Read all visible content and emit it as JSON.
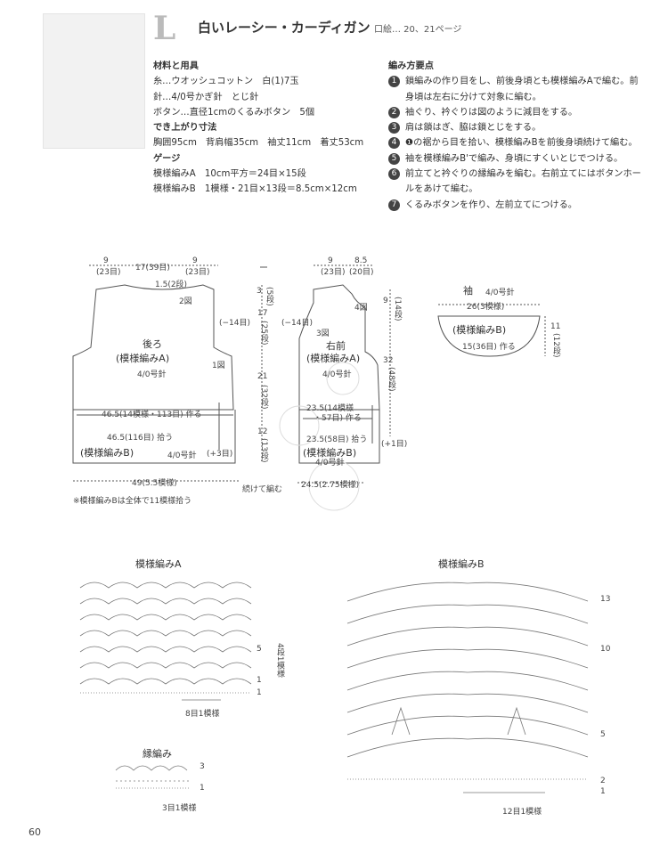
{
  "header": {
    "letter": "L",
    "title": "白いレーシー・カーディガン",
    "page_ref": "口絵… 20、21ページ"
  },
  "materials": {
    "heading_materials": "材料と用具",
    "yarn": "糸…ウオッシュコットン　白(1)7玉",
    "needle": "針…4/0号かぎ針　とじ針",
    "buttons": "ボタン…直径1cmのくるみボタン　5個",
    "heading_size": "でき上がり寸法",
    "size": "胸囲95cm　背肩幅35cm　袖丈11cm　着丈53cm",
    "heading_gauge": "ゲージ",
    "gauge_a": "模様編みA　10cm平方＝24目×15段",
    "gauge_b": "模様編みB　1模様・21目×13段＝8.5cm×12cm"
  },
  "steps": {
    "heading": "編み方要点",
    "items": [
      {
        "num": "1",
        "text": "鎖編みの作り目をし、前後身頃とも模様編みAで編む。前身頃は左右に分けて対象に編む。"
      },
      {
        "num": "2",
        "text": "袖ぐり、衿ぐりは図のように減目をする。"
      },
      {
        "num": "3",
        "text": "肩は鎖はぎ、脇は鎖とじをする。"
      },
      {
        "num": "4",
        "text": "❶の裾から目を拾い、模様編みBを前後身頃続けて編む。"
      },
      {
        "num": "5",
        "text": "袖を模様編みB'で編み、身頃にすくいとじでつける。"
      },
      {
        "num": "6",
        "text": "前立てと衿ぐりの縁編みを編む。右前立てにはボタンホールをあけて編む。"
      },
      {
        "num": "7",
        "text": "くるみボタンを作り、左前立てにつける。"
      }
    ]
  },
  "back": {
    "name": "後ろ",
    "pattern": "(模様編みA)",
    "needle": "4/0号針",
    "top_left": "9",
    "top_left_sub": "(23目)",
    "top_mid": "17(39目)",
    "top_right": "9",
    "top_right_sub": "(23目)",
    "neck": "1.5(2段)",
    "fig2": "2図",
    "fig1": "1図",
    "dec": "(−14目)",
    "width_a": "46.5(14模様・113目) 作る",
    "width_b": "46.5(116目) 拾う",
    "plus3": "(+3目)",
    "pattern_b": "(模様編みB)",
    "needle_b": "4/0号針",
    "bottom": "49(5.5模様)",
    "note": "※模様編みBは全体で11模様拾う"
  },
  "side_dims": {
    "d1": "3",
    "d1_sub": "(5段)",
    "d2": "17",
    "d2_sub": "(25段)",
    "d3": "21",
    "d3_sub": "(32段)",
    "d4": "12",
    "d4_sub": "(13段)",
    "continue": "続けて編む"
  },
  "front": {
    "name": "右前",
    "pattern": "(模様編みA)",
    "needle": "4/0号針",
    "top_left": "9",
    "top_left_sub": "(23目)",
    "top_right": "8.5",
    "top_right_sub": "(20目)",
    "fig4": "4図",
    "fig3": "3図",
    "dec": "(−14目)",
    "height1": "9",
    "height1_sub": "(14段)",
    "height2": "32",
    "height2_sub": "(48段)",
    "width_a": "23.5(14模様",
    "width_a2": "・57目) 作る",
    "width_b": "23.5(58目) 拾う",
    "plus1": "(+1目)",
    "pattern_b": "(模様編みB)",
    "needle_b": "4/0号針",
    "bottom": "24.5(2.75模様)"
  },
  "sleeve": {
    "name": "袖",
    "needle": "4/0号針",
    "top": "26(3模様)",
    "pattern": "(模様編みB)",
    "cast": "15(36目) 作る",
    "height": "11",
    "height_sub": "(12段)"
  },
  "chart_a": {
    "title": "模様編みA",
    "repeat": "8目1模様",
    "rows": "4段1模様",
    "row_marks": [
      "5",
      "1",
      "1"
    ]
  },
  "chart_edge": {
    "title": "縁編み",
    "repeat": "3目1模様",
    "row_marks": [
      "3",
      "1"
    ]
  },
  "chart_b": {
    "title": "模様編みB",
    "repeat": "12目1模様",
    "row_marks": [
      "13",
      "10",
      "5",
      "2",
      "1"
    ]
  },
  "page_number": "60"
}
